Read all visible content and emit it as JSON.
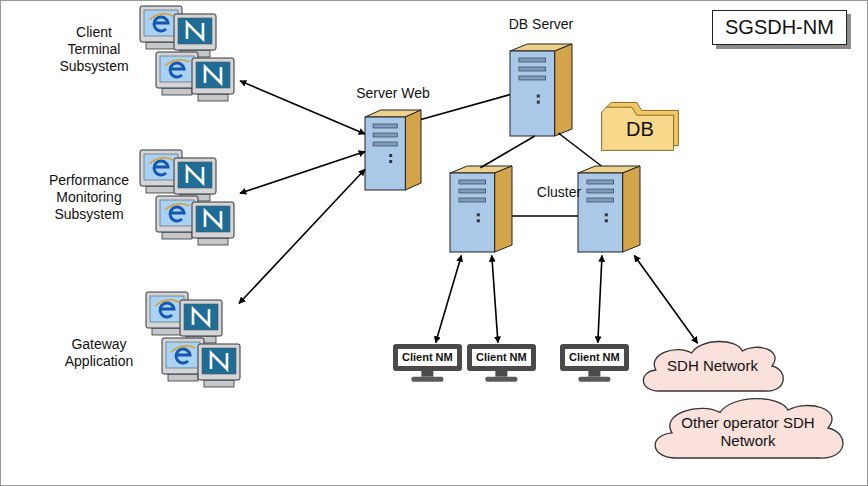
{
  "diagram": {
    "title": "SGSDH-NM",
    "nodes": [
      {
        "text": [
          "Client Terminal Subsystem"
        ]
      },
      {
        "text": [
          "Performance Monitoring Subsystem"
        ]
      },
      {
        "text": [
          "Gateway Application"
        ]
      },
      {
        "text": [
          "Server Web"
        ]
      },
      {
        "text": [
          "DB Server"
        ]
      },
      {
        "text": [
          "DB"
        ]
      },
      {
        "text": [
          "Cluster"
        ]
      },
      {
        "text": [
          "Client NM"
        ]
      },
      {
        "text": [
          "Client NM"
        ]
      },
      {
        "text": [
          "Client NM"
        ]
      },
      {
        "text": [
          "SDH Network"
        ]
      },
      {
        "text": [
          "Other operator SDH Network"
        ]
      }
    ],
    "edges": [
      {
        "from": 0,
        "to": 3,
        "arrow": "both"
      },
      {
        "from": 1,
        "to": 3,
        "arrow": "both"
      },
      {
        "from": 2,
        "to": 3,
        "arrow": "both"
      },
      {
        "from": 3,
        "to": 4,
        "arrow": "none"
      },
      {
        "from": 4,
        "to": 6,
        "arrow": "none"
      },
      {
        "from": 6,
        "to": 7,
        "arrow": "both"
      },
      {
        "from": 6,
        "to": 8,
        "arrow": "both"
      },
      {
        "from": 6,
        "to": 9,
        "arrow": "both"
      },
      {
        "from": 6,
        "to": 10,
        "arrow": "both"
      }
    ]
  }
}
